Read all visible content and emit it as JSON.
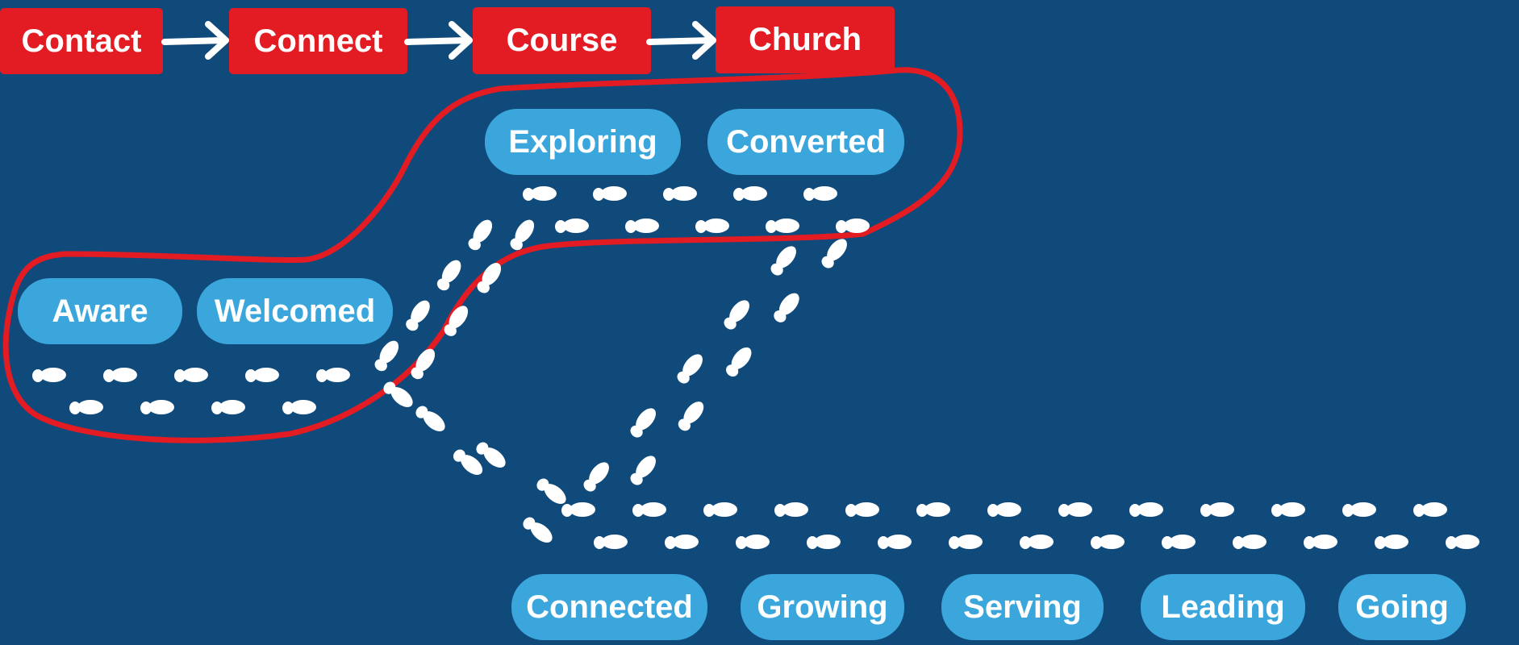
{
  "process": {
    "steps": [
      "Contact",
      "Connect",
      "Course",
      "Church"
    ]
  },
  "stages": {
    "top": [
      "Exploring",
      "Converted"
    ],
    "left": [
      "Aware",
      "Welcomed"
    ],
    "bottom": [
      "Connected",
      "Growing",
      "Serving",
      "Leading",
      "Going"
    ]
  },
  "colors": {
    "background": "#0f4a7b",
    "process_box": "#e31b23",
    "stage_pill": "#3ba6dc",
    "highlight_outline": "#e31b23",
    "footprints": "#ffffff"
  },
  "icons": [
    "arrow-right-icon",
    "footprint-icon"
  ]
}
